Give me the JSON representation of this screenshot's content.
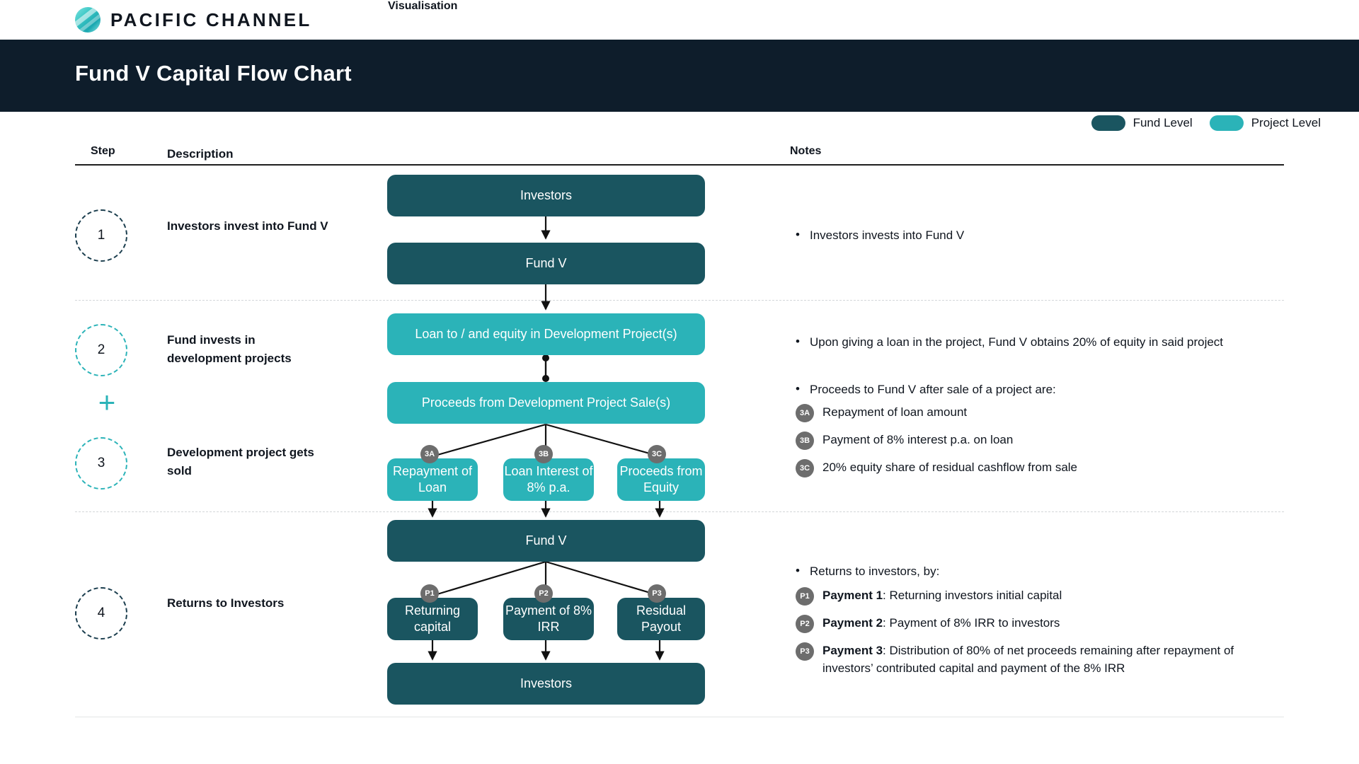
{
  "brand": {
    "name": "PACIFIC CHANNEL",
    "logo_icon": "pacific-channel-globe-icon"
  },
  "header": {
    "title": "Fund V Capital Flow Chart"
  },
  "legend": {
    "items": [
      {
        "label": "Fund Level",
        "color": "#1a5560"
      },
      {
        "label": "Project Level",
        "color": "#2bb3b8"
      }
    ]
  },
  "columns": {
    "step": "Step",
    "description": "Description",
    "visualisation": "Visualisation",
    "notes": "Notes"
  },
  "steps": [
    {
      "number": "1",
      "description": "Investors invest into Fund V"
    },
    {
      "number": "2",
      "description": "Fund invests in development projects"
    },
    {
      "number": "3",
      "description": "Development project gets sold"
    },
    {
      "number": "4",
      "description": "Returns to Investors"
    }
  ],
  "plus_icon": "plus-icon",
  "diagram": {
    "nodes": {
      "investors_top": "Investors",
      "fund_v_1": "Fund V",
      "loan_equity": "Loan to / and equity in Development Project(s)",
      "proceeds_sale": "Proceeds from Development Project Sale(s)",
      "repayment_of_loan": "Repayment of Loan",
      "loan_interest": "Loan Interest of 8% p.a.",
      "proceeds_from_equity": "Proceeds from Equity",
      "fund_v_2": "Fund V",
      "returning_capital": "Returning capital",
      "payment_irr": "Payment of 8% IRR",
      "residual_payout": "Residual Payout",
      "investors_bottom": "Investors"
    },
    "badges": {
      "b3a": "3A",
      "b3b": "3B",
      "b3c": "3C",
      "bp1": "P1",
      "bp2": "P2",
      "bp3": "P3"
    }
  },
  "notes": {
    "step1": "Investors invests into Fund V",
    "step2": "Upon giving a loan in the project, Fund V obtains 20% of equity in said project",
    "step3_intro": "Proceeds to Fund V after sale of a project are:",
    "step3_items": [
      {
        "badge": "3A",
        "text": "Repayment of loan amount"
      },
      {
        "badge": "3B",
        "text": "Payment of 8% interest p.a. on loan"
      },
      {
        "badge": "3C",
        "text": "20% equity share of residual cashflow from sale"
      }
    ],
    "step4_intro": "Returns to investors, by:",
    "step4_items": [
      {
        "badge": "P1",
        "label": "Payment 1",
        "text": ": Returning investors initial capital"
      },
      {
        "badge": "P2",
        "label": "Payment 2",
        "text": ": Payment of 8% IRR to investors"
      },
      {
        "badge": "P3",
        "label": "Payment 3",
        "text": ": Distribution of 80% of net proceeds remaining after repayment of investors’ contributed capital and payment of the 8% IRR"
      }
    ]
  },
  "colors": {
    "fund_level": "#1a5560",
    "project_level": "#2bb3b8",
    "header_band": "#0e1d2b",
    "badge_grey": "#6d6d6d"
  }
}
